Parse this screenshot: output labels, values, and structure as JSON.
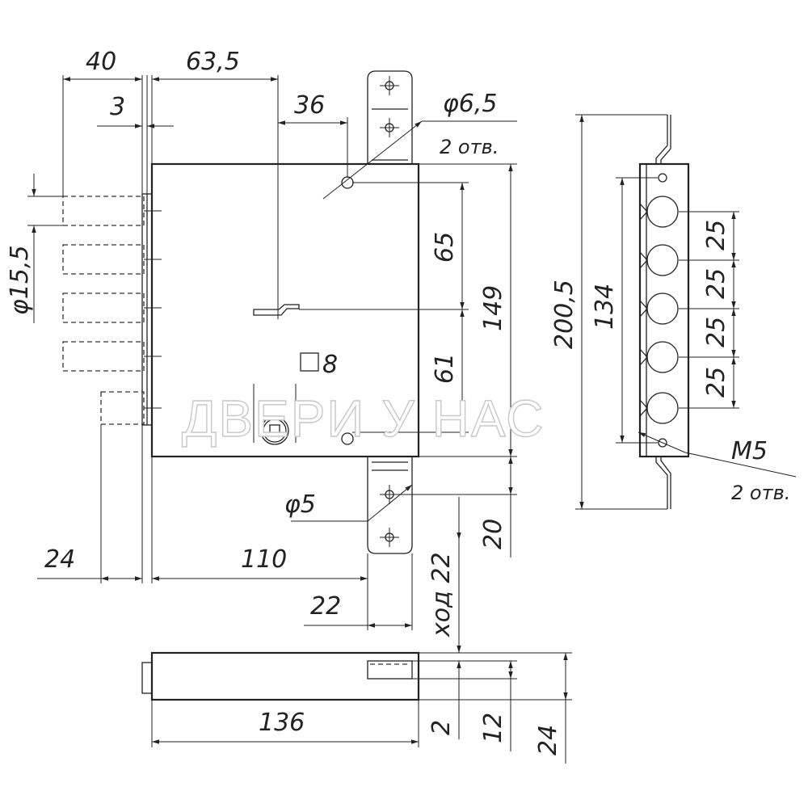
{
  "dimensions": {
    "d40": "40",
    "d63_5": "63,5",
    "d36": "36",
    "d3": "3",
    "dia6_5": "φ6,5",
    "holes2a": "2 отв.",
    "d65": "65",
    "d149": "149",
    "d61": "61",
    "sq8": "8",
    "dia15_5": "φ15,5",
    "dia5": "φ5",
    "d20": "20",
    "d24a": "24",
    "d110": "110",
    "d22": "22",
    "stroke22": "ход 22",
    "d136": "136",
    "d2": "2",
    "d12": "12",
    "d24b": "24",
    "d200_5": "200,5",
    "d134": "134",
    "d25a": "25",
    "d25b": "25",
    "d25c": "25",
    "d25d": "25",
    "m5": "M5",
    "holes2b": "2 отв."
  },
  "watermark": "ДВЕРИ У НАС"
}
